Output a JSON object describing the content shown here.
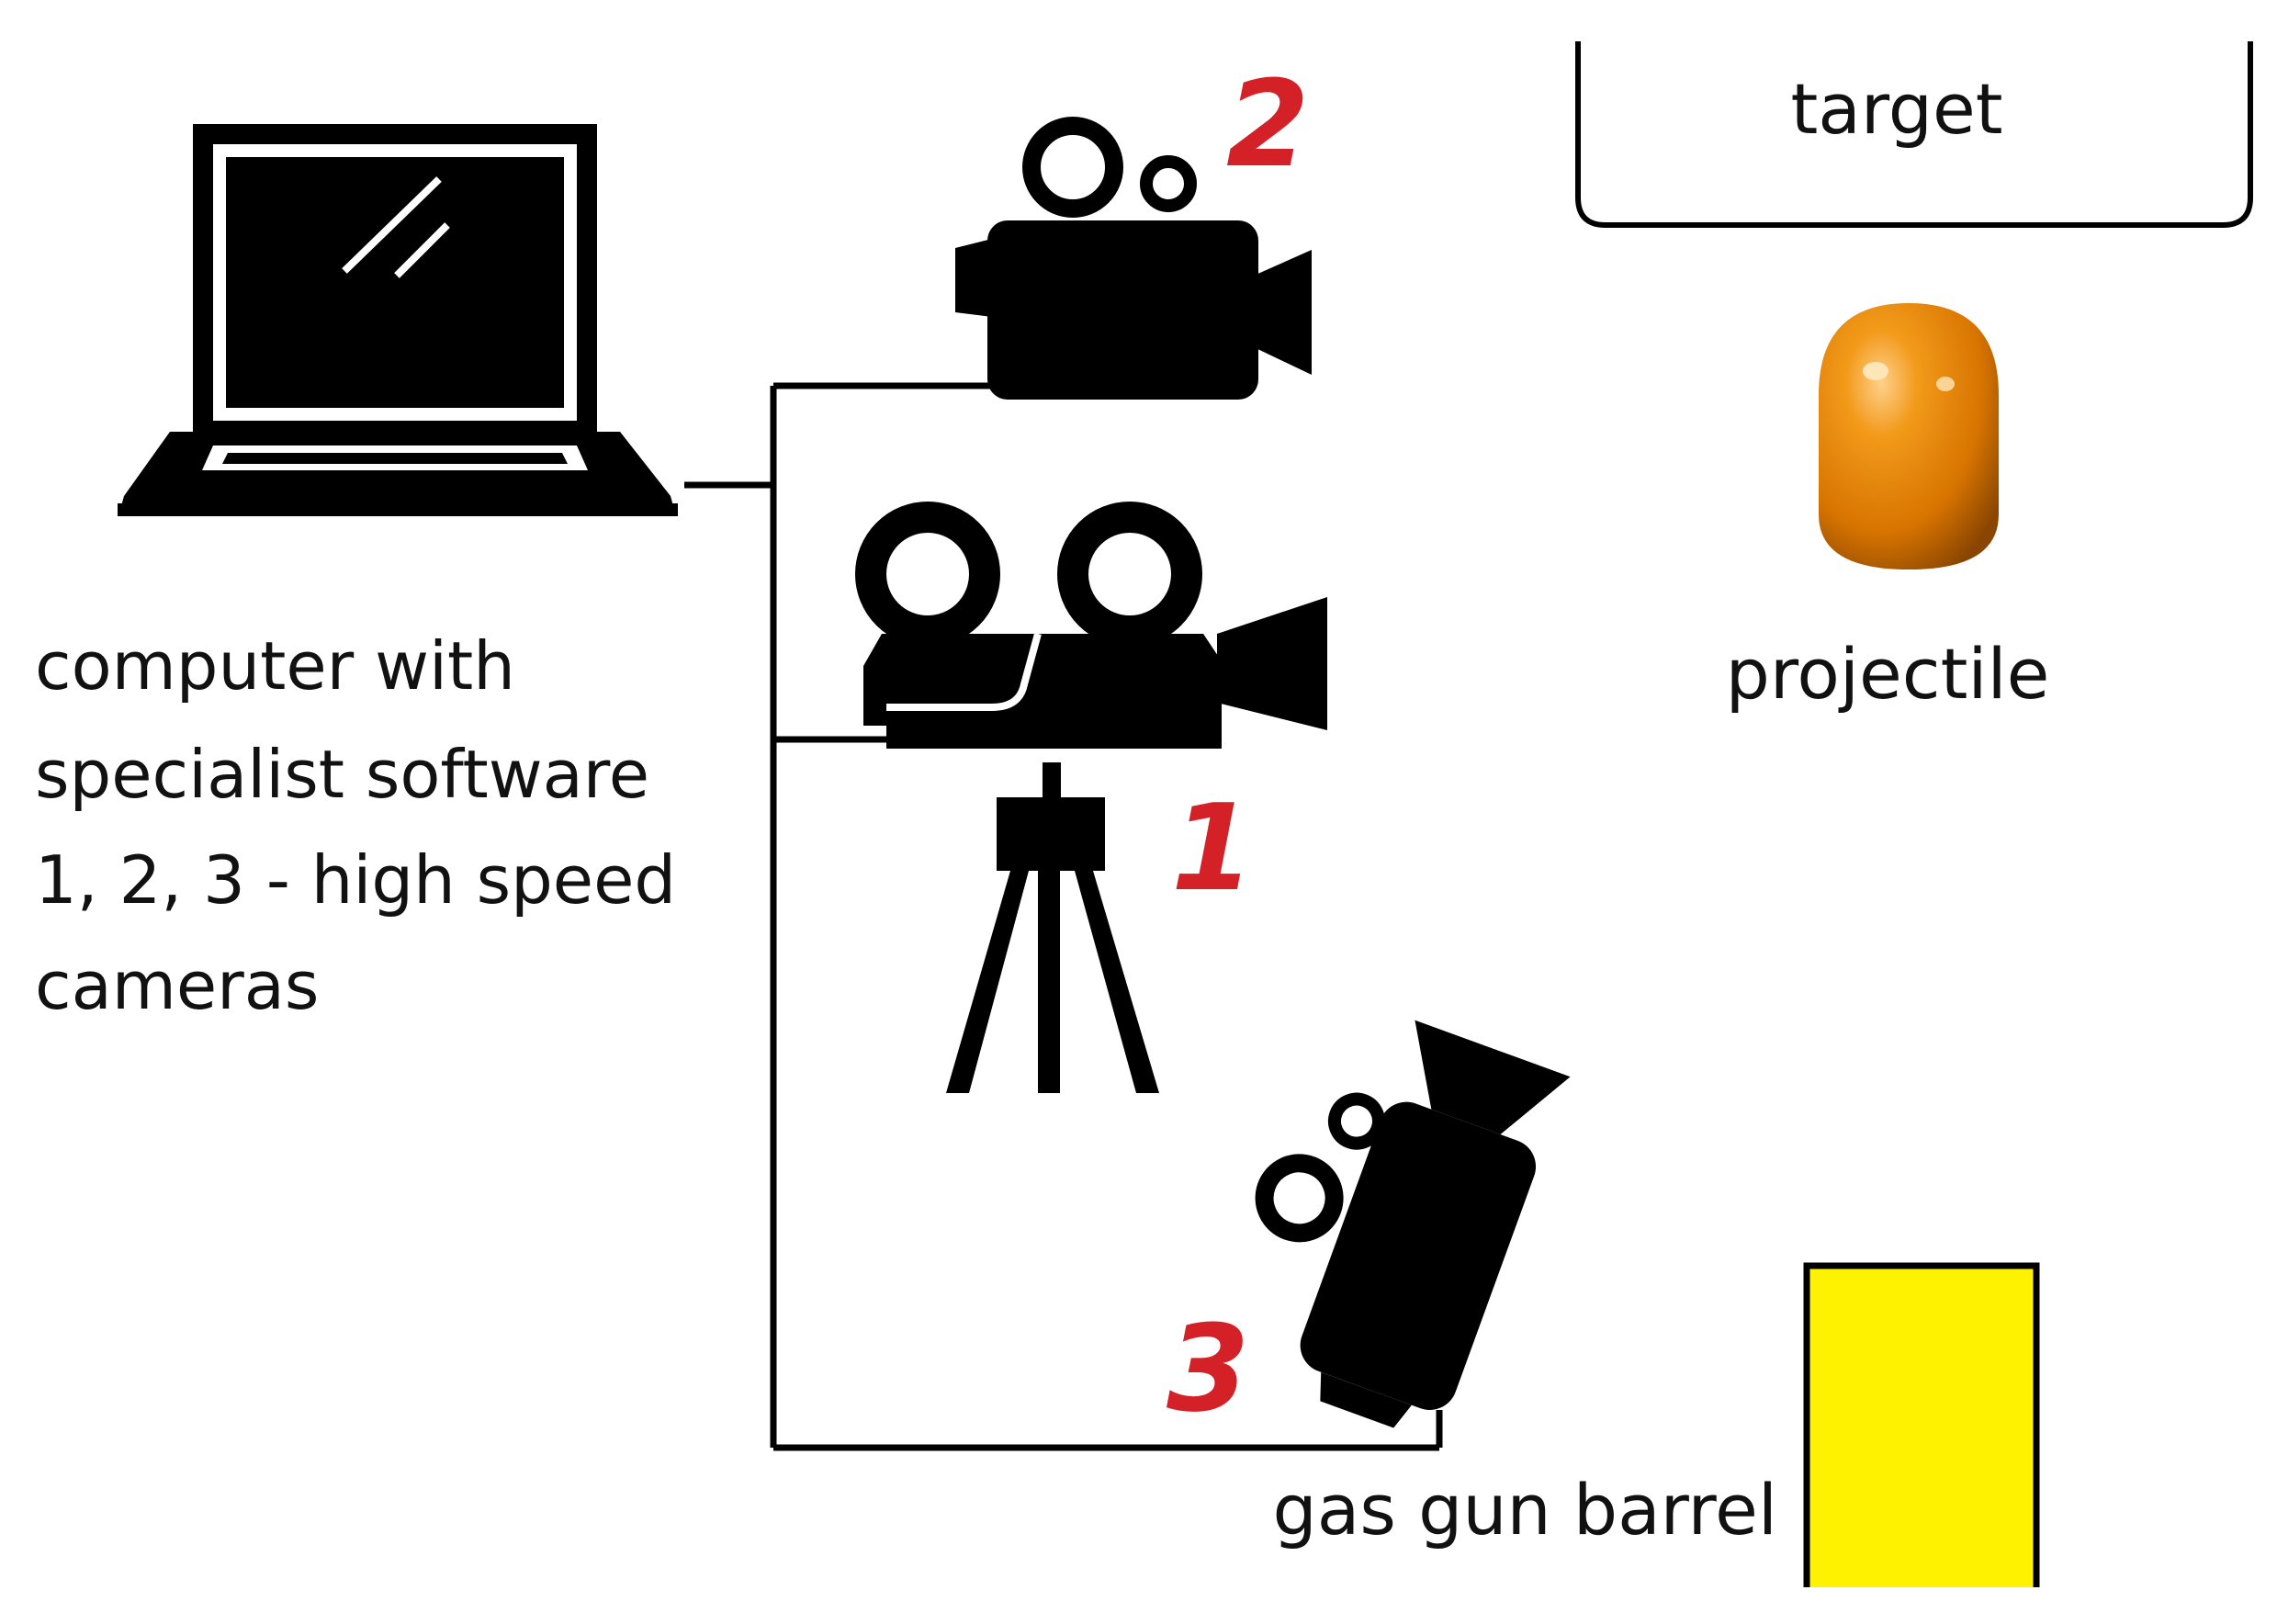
{
  "labels": {
    "target": "target",
    "projectile": "projectile",
    "computer_desc": [
      "computer with",
      "specialist software",
      "1, 2, 3 - high speed",
      "cameras"
    ],
    "gas_gun_barrel": "gas gun barrel"
  },
  "camera_numbers": {
    "cam1": "1",
    "cam2": "2",
    "cam3": "3"
  },
  "colors": {
    "ink": "#000000",
    "number_red": "#d42027",
    "projectile_orange": "#e07b00",
    "barrel_yellow": "#fff200"
  },
  "icons": {
    "computer": "laptop-icon",
    "camera_1": "tripod-movie-camera-icon",
    "camera_2": "movie-camera-icon",
    "camera_3": "movie-camera-icon",
    "projectile": "bullet-capsule-icon",
    "barrel": "gas-gun-barrel"
  }
}
